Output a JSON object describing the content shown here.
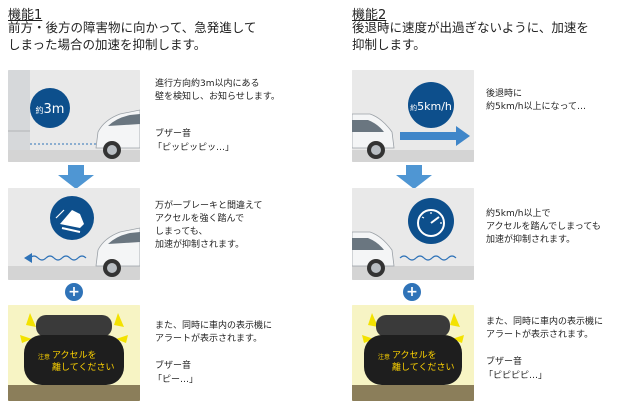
{
  "left": {
    "heading": "機能1",
    "lead_line1": "前方・後方の障害物に向かって、急発進して",
    "lead_line2": "しまった場合の加速を抑制します。",
    "step1": {
      "badge_prefix": "約",
      "badge_value": "3m",
      "text": "進行方向約3m以内にある\n壁を検知し、お知らせします。",
      "buzzer_label": "ブザー音",
      "buzzer_sound": "「ピッピッピッ…」"
    },
    "step2": {
      "text": "万が一ブレーキと間違えて\nアクセルを強く踏んで\nしまっても、\n加速が抑制されます。"
    },
    "step3": {
      "text": "また、同時に車内の表示機に\nアラートが表示されます。",
      "buzzer_label": "ブザー音",
      "buzzer_sound": "「ピー…」",
      "display_small": "注意",
      "display_line1": "アクセルを",
      "display_line2": "離してください"
    }
  },
  "right": {
    "heading": "機能2",
    "lead_line1": "後退時に速度が出過ぎないように、加速を",
    "lead_line2": "抑制します。",
    "step1": {
      "badge_prefix": "約",
      "badge_value": "5km/h",
      "text": "後退時に\n約5km/h以上になって…"
    },
    "step2": {
      "text": "約5km/h以上で\nアクセルを踏んでしまっても\n加速が抑制されます。"
    },
    "step3": {
      "text": "また、同時に車内の表示機に\nアラートが表示されます。",
      "buzzer_label": "ブザー音",
      "buzzer_sound": "「ピピピピ…」",
      "display_small": "注意",
      "display_line1": "アクセルを",
      "display_line2": "離してください"
    }
  },
  "colors": {
    "panel_bg": "#e4e4e4",
    "badge_blue": "#0d4f8c",
    "arrow_blue": "#2f73b8",
    "arrow_light": "#4f96d3",
    "alert_yellow": "#f3e200",
    "display_text": "#ffd400"
  }
}
